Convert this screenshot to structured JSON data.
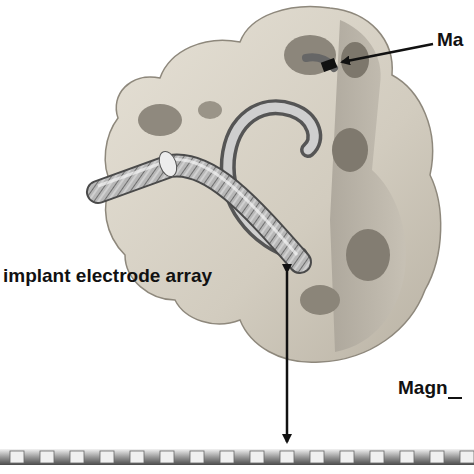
{
  "diagram": {
    "labels": [
      "Ma",
      "implant electrode array",
      "Magn"
    ]
  }
}
